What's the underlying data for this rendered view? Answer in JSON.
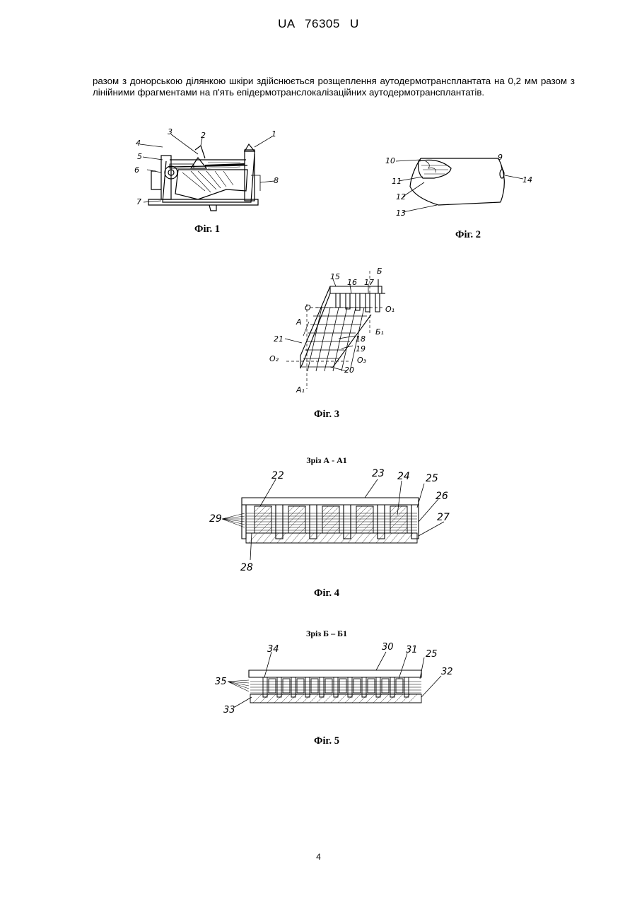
{
  "header": "UA 76305 U",
  "paragraph": "разом з донорською ділянкою шкіри  здійснюється розщеплення аутодермотрансплантата  на 0,2 мм разом з лінійними фрагментами на п'ять епідермотранслокалізаційних аутодермотрансплантатів.",
  "figures": {
    "fig1": {
      "caption": "Фіг. 1",
      "labels": {
        "l1": "1",
        "l2": "2",
        "l3": "3",
        "l4": "4",
        "l5": "5",
        "l6": "6",
        "l7": "7",
        "l8": "8"
      }
    },
    "fig2": {
      "caption": "Фіг. 2",
      "labels": {
        "l9": "9",
        "l10": "10",
        "l11": "11",
        "l12": "12",
        "l13": "13",
        "l14": "14"
      }
    },
    "fig3": {
      "caption": "Фіг. 3",
      "labels": {
        "l15": "15",
        "l16": "16",
        "l17": "17",
        "l18": "18",
        "l19": "19",
        "l20": "20",
        "l21": "21",
        "B": "Б",
        "B1": "Б₁",
        "A": "А",
        "A1": "А₁",
        "O": "О",
        "O1": "О₁",
        "O2": "О₂",
        "O3": "О₃"
      }
    },
    "fig4": {
      "section_title": "Зріз А - А1",
      "caption": "Фіг. 4",
      "labels": {
        "l22": "22",
        "l23": "23",
        "l24": "24",
        "l25": "25",
        "l26": "26",
        "l27": "27",
        "l28": "28",
        "l29": "29"
      }
    },
    "fig5": {
      "section_title": "Зріз Б – Б1",
      "caption": "Фіг. 5",
      "labels": {
        "l30": "30",
        "l31": "31",
        "l32": "32",
        "l33": "33",
        "l34": "34",
        "l35": "35",
        "l25": "25"
      }
    }
  },
  "page_number": "4"
}
